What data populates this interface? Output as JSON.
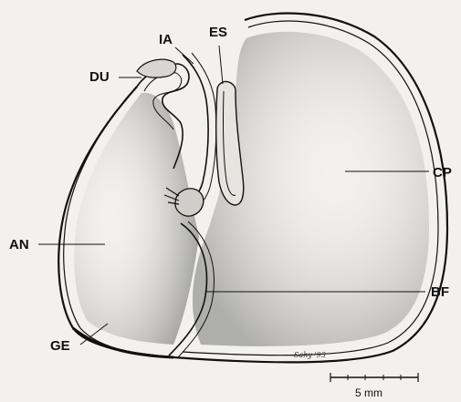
{
  "labels": {
    "ia": "IA",
    "es": "ES",
    "du": "DU",
    "cp": "CP",
    "an": "AN",
    "bf": "BF",
    "ge": "GE"
  },
  "scale_bar": {
    "text": "5 mm"
  },
  "signature": "Sahy '93",
  "colors": {
    "ink": "#111111",
    "background": "#f2f1ee",
    "stipple": "#6a6a6a"
  }
}
